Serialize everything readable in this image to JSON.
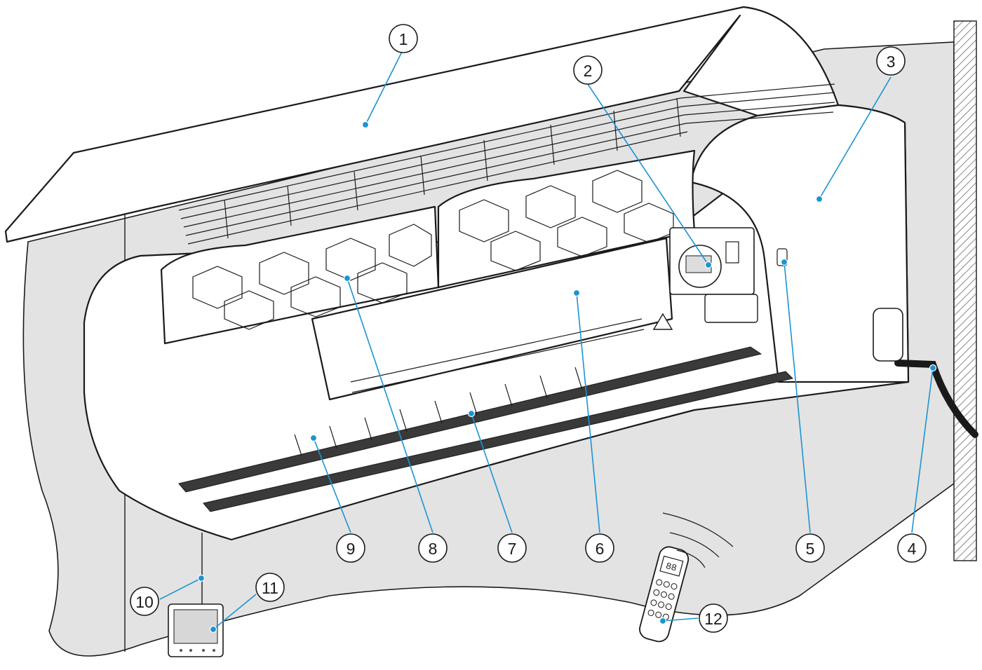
{
  "callouts": [
    {
      "id": "1",
      "label": "1"
    },
    {
      "id": "2",
      "label": "2"
    },
    {
      "id": "3",
      "label": "3"
    },
    {
      "id": "4",
      "label": "4"
    },
    {
      "id": "5",
      "label": "5"
    },
    {
      "id": "6",
      "label": "6"
    },
    {
      "id": "7",
      "label": "7"
    },
    {
      "id": "8",
      "label": "8"
    },
    {
      "id": "9",
      "label": "9"
    },
    {
      "id": "10",
      "label": "10"
    },
    {
      "id": "11",
      "label": "11"
    },
    {
      "id": "12",
      "label": "12"
    }
  ],
  "remote_display": "88",
  "colors": {
    "leader": "#1b94d2",
    "wall": "#e3e3e3",
    "line": "#1a1a1a"
  }
}
